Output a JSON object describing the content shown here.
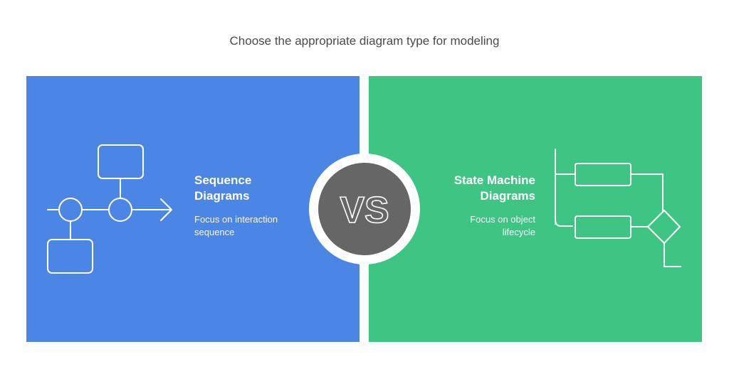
{
  "title": "Choose the appropriate diagram type for modeling",
  "colors": {
    "left_panel": "#4c86e5",
    "right_panel": "#3ec483",
    "vs_circle": "#666666",
    "background": "#ffffff"
  },
  "left": {
    "heading_line1": "Sequence",
    "heading_line2": "Diagrams",
    "desc_line1": "Focus on interaction",
    "desc_line2": "sequence",
    "icon": "sequence-diagram-icon"
  },
  "vs": {
    "label": "VS"
  },
  "right": {
    "heading_line1": "State Machine",
    "heading_line2": "Diagrams",
    "desc_line1": "Focus on object",
    "desc_line2": "lifecycle",
    "icon": "state-machine-diagram-icon"
  }
}
